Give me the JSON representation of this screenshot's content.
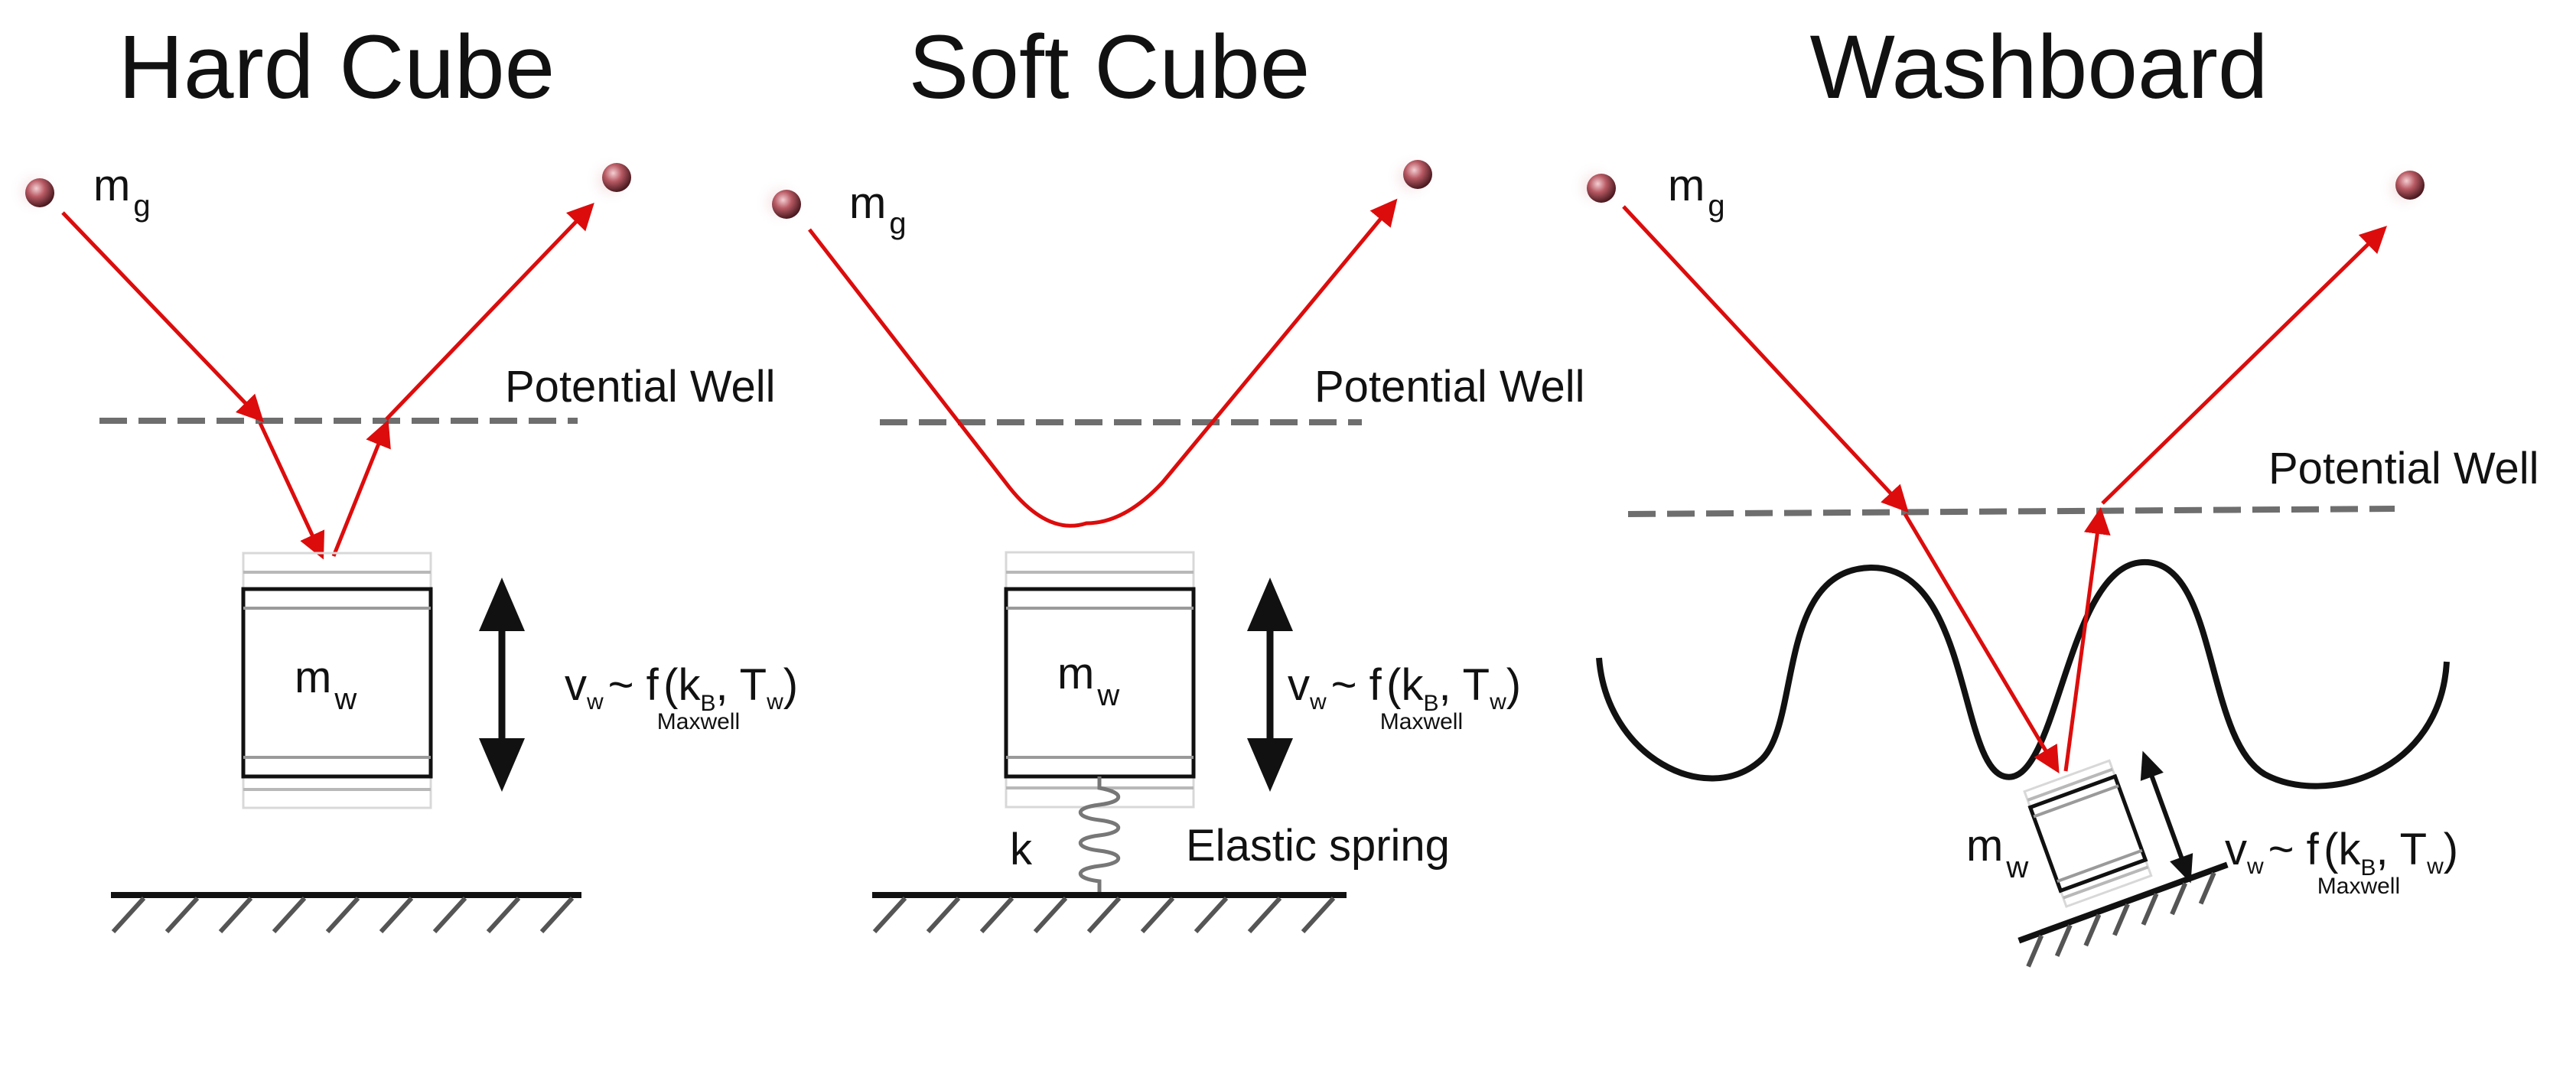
{
  "panels": {
    "hard_cube": {
      "title": "Hard Cube",
      "gas_mass": {
        "main": "m",
        "sub": "g"
      },
      "well_label": "Potential Well",
      "wall_mass": {
        "main": "m",
        "sub": "w"
      },
      "velocity": {
        "v": "v",
        "v_sub": "w",
        "approx": "~ f",
        "f_sub": "Maxwell",
        "args_open": "(k",
        "kb_sub": "B",
        "sep": ", T",
        "tw_sub": "w",
        "close": ")"
      }
    },
    "soft_cube": {
      "title": "Soft Cube",
      "gas_mass": {
        "main": "m",
        "sub": "g"
      },
      "well_label": "Potential Well",
      "wall_mass": {
        "main": "m",
        "sub": "w"
      },
      "velocity": {
        "v": "v",
        "v_sub": "w",
        "approx": "~ f",
        "f_sub": "Maxwell",
        "args_open": "(k",
        "kb_sub": "B",
        "sep": ", T",
        "tw_sub": "w",
        "close": ")"
      },
      "spring_constant": "k",
      "spring_label": "Elastic spring"
    },
    "washboard": {
      "title": "Washboard",
      "gas_mass": {
        "main": "m",
        "sub": "g"
      },
      "well_label": "Potential Well",
      "wall_mass": {
        "main": "m",
        "sub": "w"
      },
      "velocity": {
        "v": "v",
        "v_sub": "w",
        "approx": "~ f",
        "f_sub": "Maxwell",
        "args_open": "(k",
        "kb_sub": "B",
        "sep": ", T",
        "tw_sub": "w",
        "close": ")"
      }
    }
  },
  "colors": {
    "trajectory": "#dd0c0c",
    "potential_well": "#6e6e6e",
    "particle": "#b85a64",
    "ink": "#111111"
  },
  "icons": [
    "gas-particle-icon",
    "trajectory-arrow-icon",
    "double-arrow-icon",
    "spring-icon",
    "ground-hatch-icon"
  ]
}
